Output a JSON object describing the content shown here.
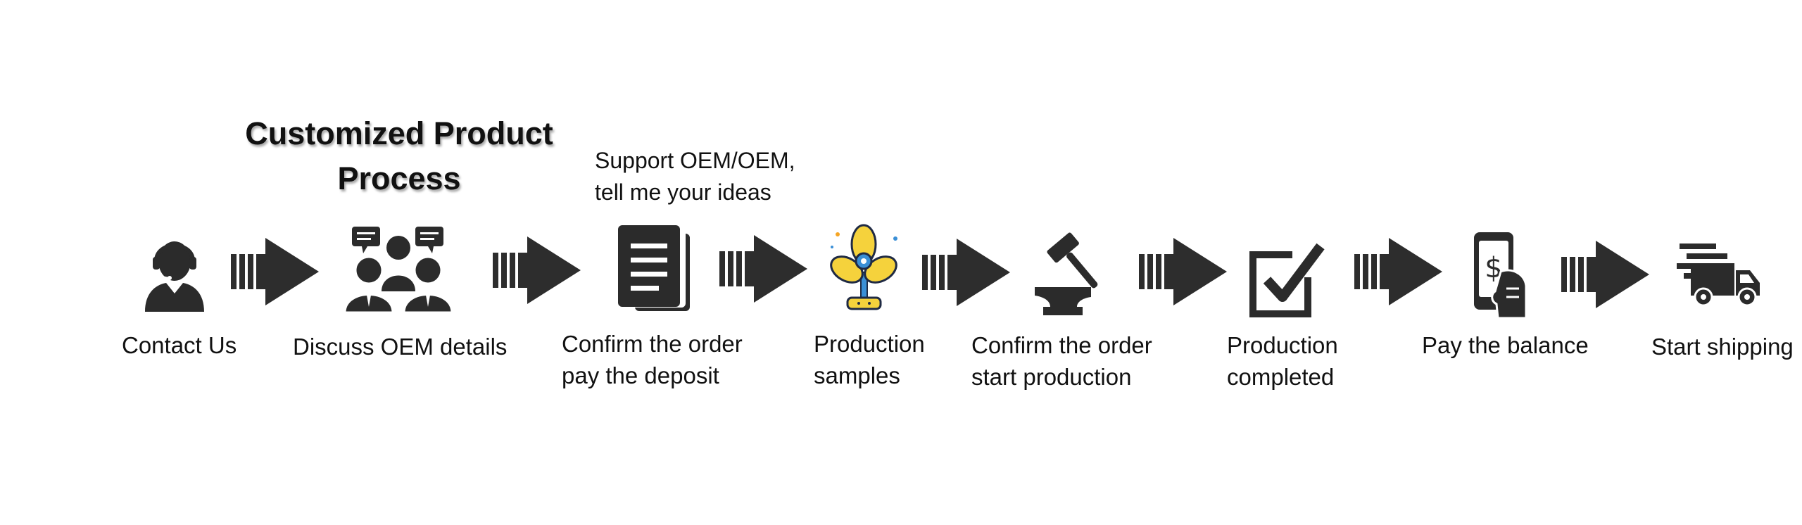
{
  "title": "Customized Product\nProcess",
  "note": "Support OEM/OEM,\ntell me your ideas",
  "colors": {
    "icon": "#2b2b2b",
    "arrow": "#2d2d2d",
    "fan_yellow": "#f5d23c",
    "fan_outline": "#1f2a44",
    "fan_stand": "#3a8fd6"
  },
  "steps": [
    {
      "label": "Contact Us",
      "icon": "headset-agent-icon"
    },
    {
      "label": "Discuss OEM details",
      "icon": "team-discussion-icon"
    },
    {
      "label": "Confirm the order\n pay the deposit",
      "icon": "documents-icon"
    },
    {
      "label": "Production\nsamples",
      "icon": "fan-icon"
    },
    {
      "label": "Confirm the order\nstart production",
      "icon": "anvil-hammer-icon"
    },
    {
      "label": "Production\ncompleted",
      "icon": "checkbox-icon"
    },
    {
      "label": "Pay the balance",
      "icon": "phone-payment-icon"
    },
    {
      "label": "Start shipping",
      "icon": "delivery-truck-icon"
    }
  ]
}
